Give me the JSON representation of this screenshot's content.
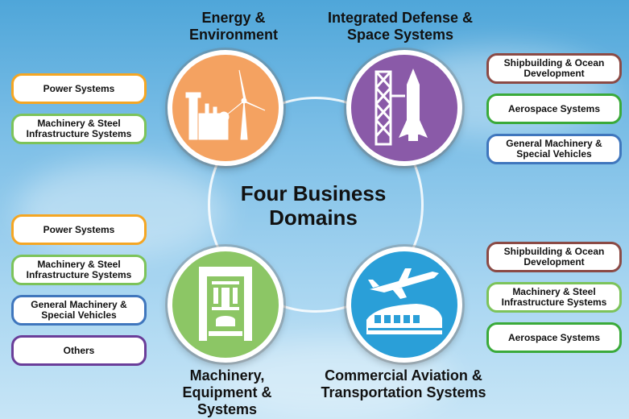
{
  "center_title": "Four Business Domains",
  "domains": {
    "energy": {
      "title": "Energy & Environment",
      "icon": "wind-turbine-plant-icon",
      "color": "#f4a261"
    },
    "defense": {
      "title": "Integrated Defense & Space Systems",
      "icon": "rocket-launch-tower-icon",
      "color": "#8a5aa8"
    },
    "machinery": {
      "title": "Machinery, Equipment & Systems",
      "icon": "press-machine-icon",
      "color": "#8cc665"
    },
    "commercial": {
      "title": "Commercial Aviation & Transportation Systems",
      "icon": "airplane-train-icon",
      "color": "#2a9fd8"
    }
  },
  "left_top": [
    {
      "label": "Power Systems"
    },
    {
      "label": "Machinery & Steel Infrastructure Systems"
    }
  ],
  "right_top": [
    {
      "label": "Shipbuilding & Ocean Development"
    },
    {
      "label": "Aerospace Systems"
    },
    {
      "label": "General Machinery & Special Vehicles"
    }
  ],
  "left_bottom": [
    {
      "label": "Power Systems"
    },
    {
      "label": "Machinery & Steel Infrastructure Systems"
    },
    {
      "label": "General Machinery & Special Vehicles"
    },
    {
      "label": "Others"
    }
  ],
  "right_bottom": [
    {
      "label": "Shipbuilding & Ocean Development"
    },
    {
      "label": "Machinery & Steel Infrastructure Systems"
    },
    {
      "label": "Aerospace Systems"
    }
  ]
}
